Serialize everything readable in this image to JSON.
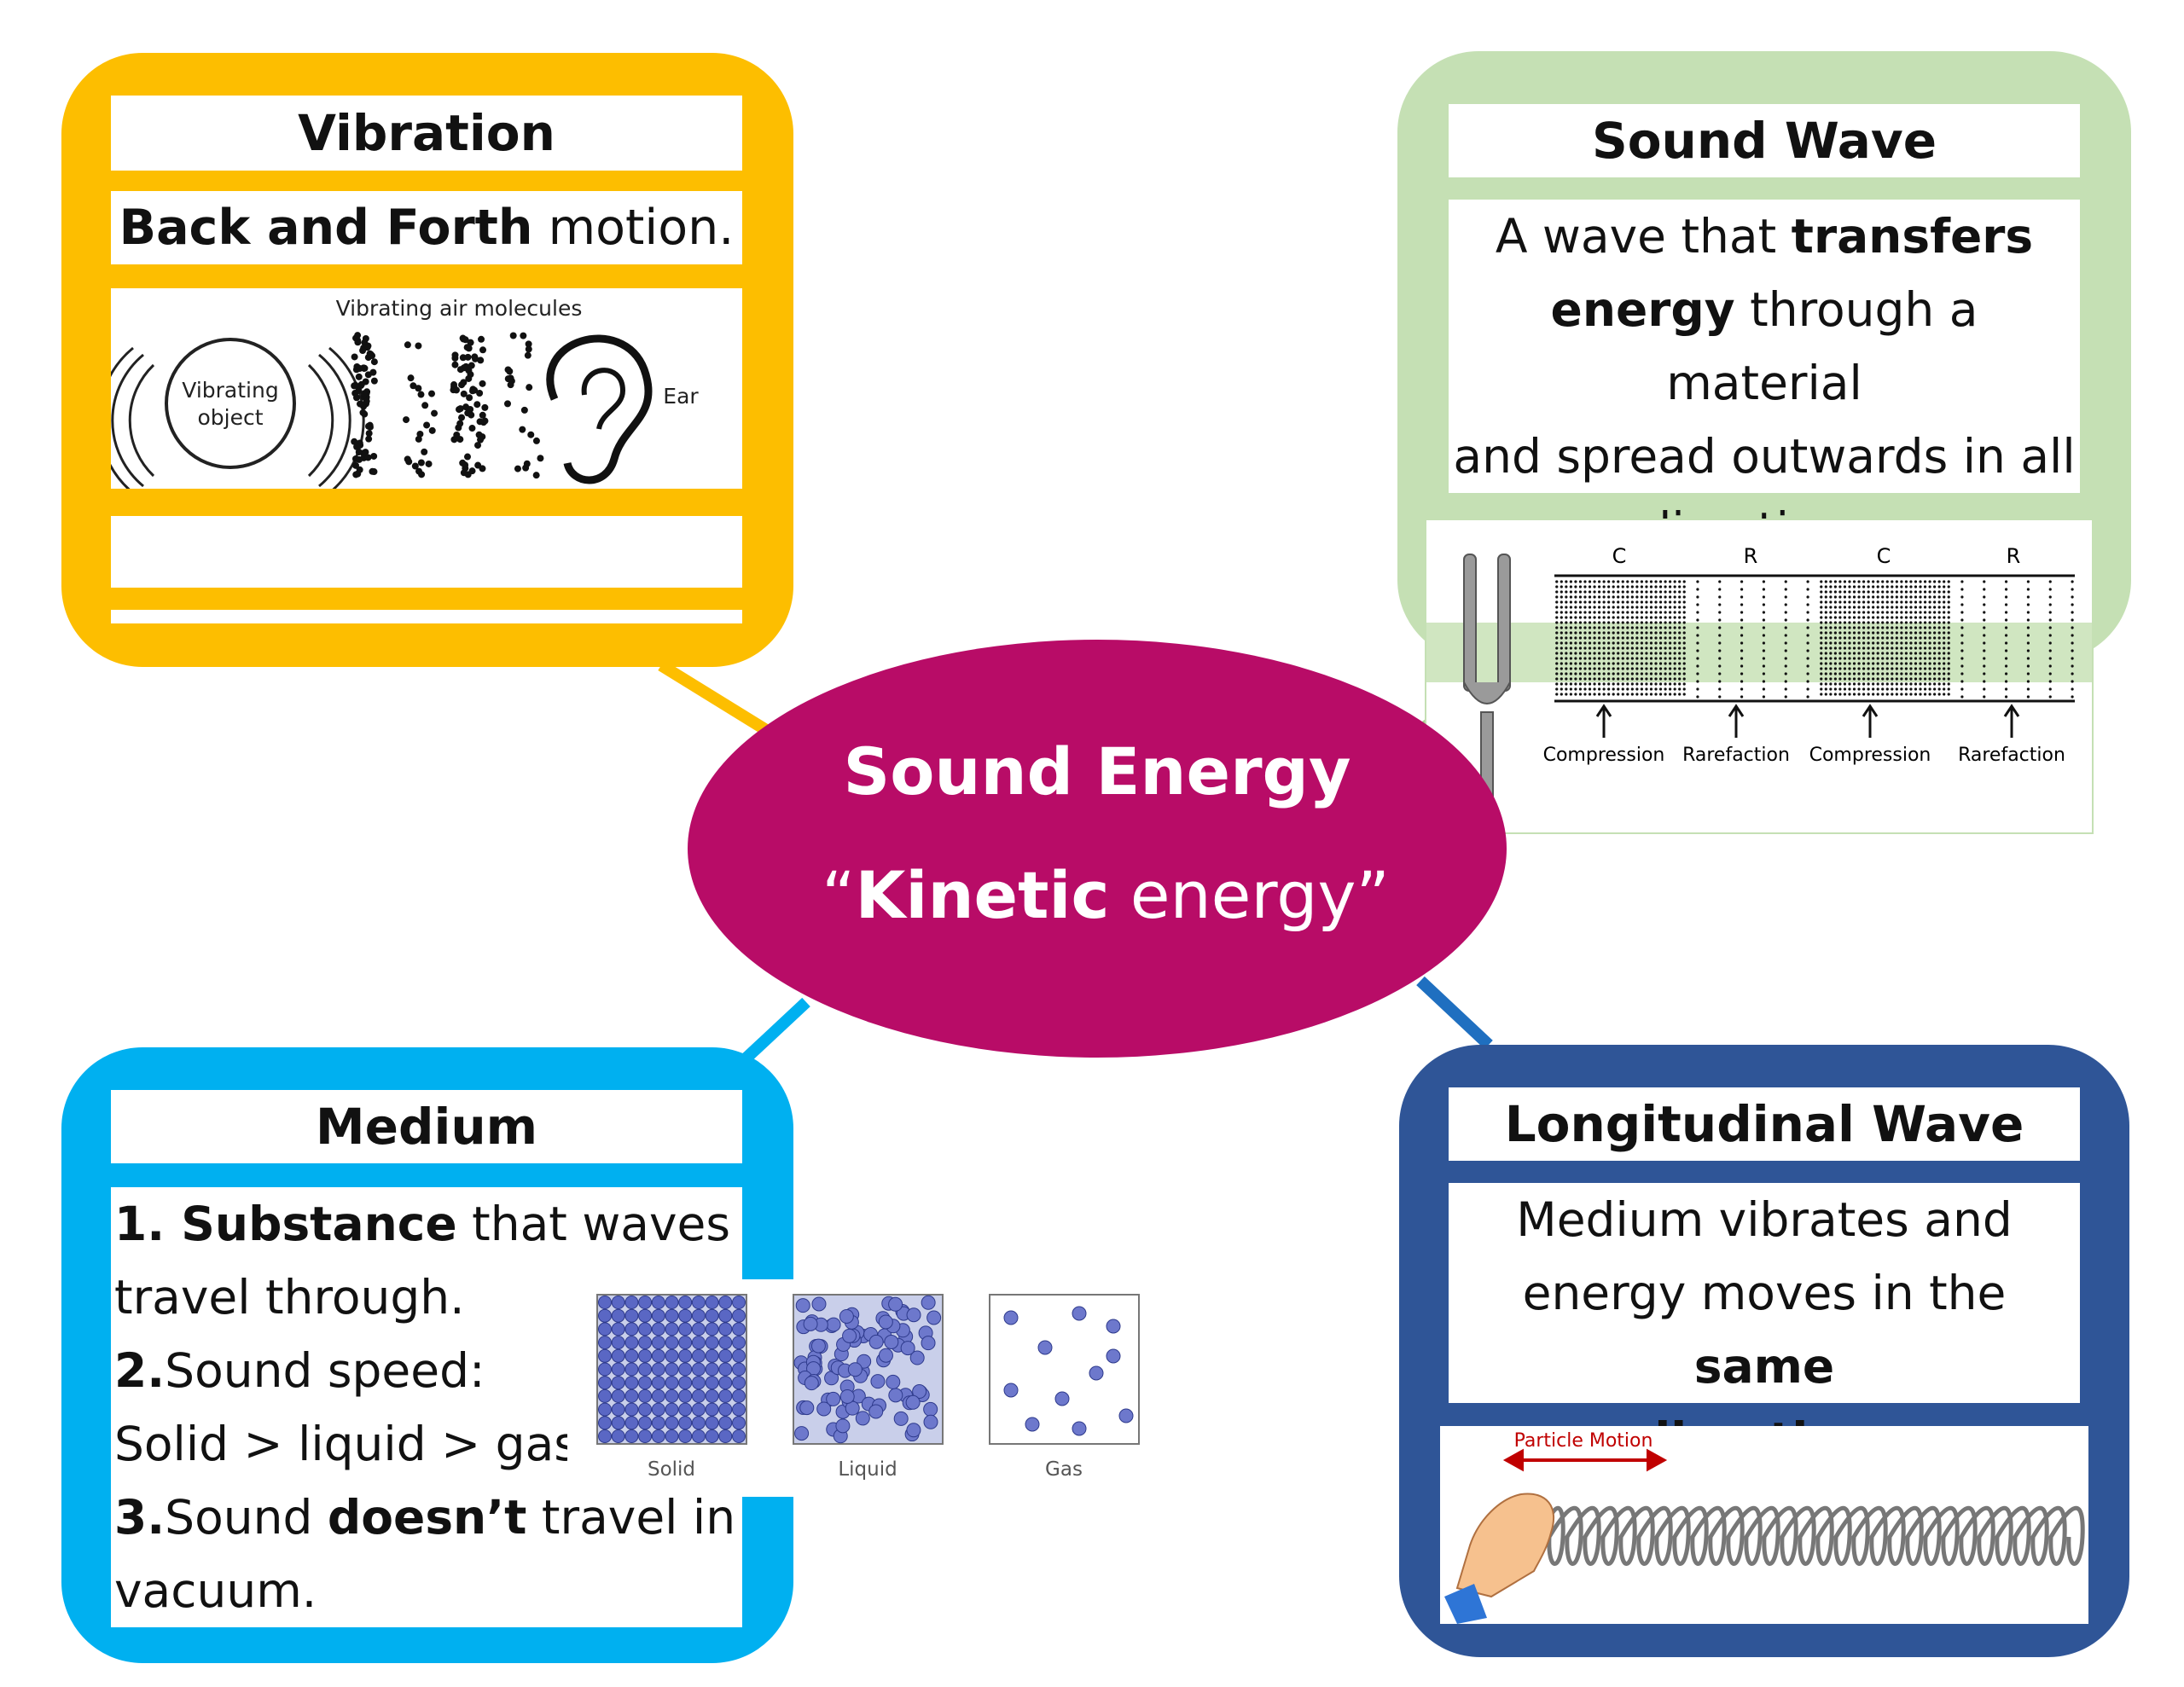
{
  "center": {
    "title": "Sound Energy",
    "sub_open": "“",
    "sub_bold": "Kinetic",
    "sub_rest": " energy”",
    "color": "#B80C67"
  },
  "vibration": {
    "color": "#FDBE00",
    "title": "Vibration",
    "text_bold": "Back and Forth",
    "text_rest": " motion.",
    "image": {
      "caption": "Vibrating air molecules",
      "object_line1": "Vibrating",
      "object_line2": "object",
      "ear": "Ear"
    }
  },
  "sound_wave": {
    "color": "#C5E0B4",
    "title": "Sound Wave",
    "lines": [
      {
        "pre": "A wave that ",
        "bold": "transfers",
        "post": ""
      },
      {
        "pre": "",
        "bold": "energy",
        "post": " through a material"
      },
      {
        "pre": "and spread outwards in all",
        "bold": "",
        "post": ""
      },
      {
        "pre": "directions.",
        "bold": "",
        "post": ""
      }
    ],
    "image": {
      "top_labels": [
        "C",
        "R",
        "C",
        "R"
      ],
      "bottom_labels": [
        "Compression",
        "Rarefaction",
        "Compression",
        "Rarefaction"
      ]
    }
  },
  "medium": {
    "color": "#00B0F0",
    "title": "Medium",
    "lines": [
      {
        "pre": "",
        "bold": "1. Substance",
        "post": " that waves"
      },
      {
        "pre": "travel through.",
        "bold": "",
        "post": ""
      },
      {
        "pre": "",
        "bold": "2.",
        "post": "Sound speed:"
      },
      {
        "pre": "Solid > liquid > gas",
        "bold": "",
        "post": ""
      },
      {
        "pre": "",
        "bold": "3.",
        "post": "Sound ",
        "bold2": "doesn’t",
        "post2": " travel in"
      },
      {
        "pre": "vacuum.",
        "bold": "",
        "post": ""
      }
    ],
    "states": [
      "Solid",
      "Liquid",
      "Gas"
    ]
  },
  "longitudinal": {
    "color": "#2F5597",
    "title": "Longitudinal Wave",
    "lines": [
      {
        "pre": "Medium vibrates and",
        "bold": "",
        "post": ""
      },
      {
        "pre": "energy moves in the ",
        "bold": "same",
        "post": ""
      },
      {
        "pre": "",
        "bold": "direction.",
        "post": ""
      }
    ],
    "image": {
      "label": "Particle Motion",
      "arrow_color": "#C00000"
    }
  }
}
